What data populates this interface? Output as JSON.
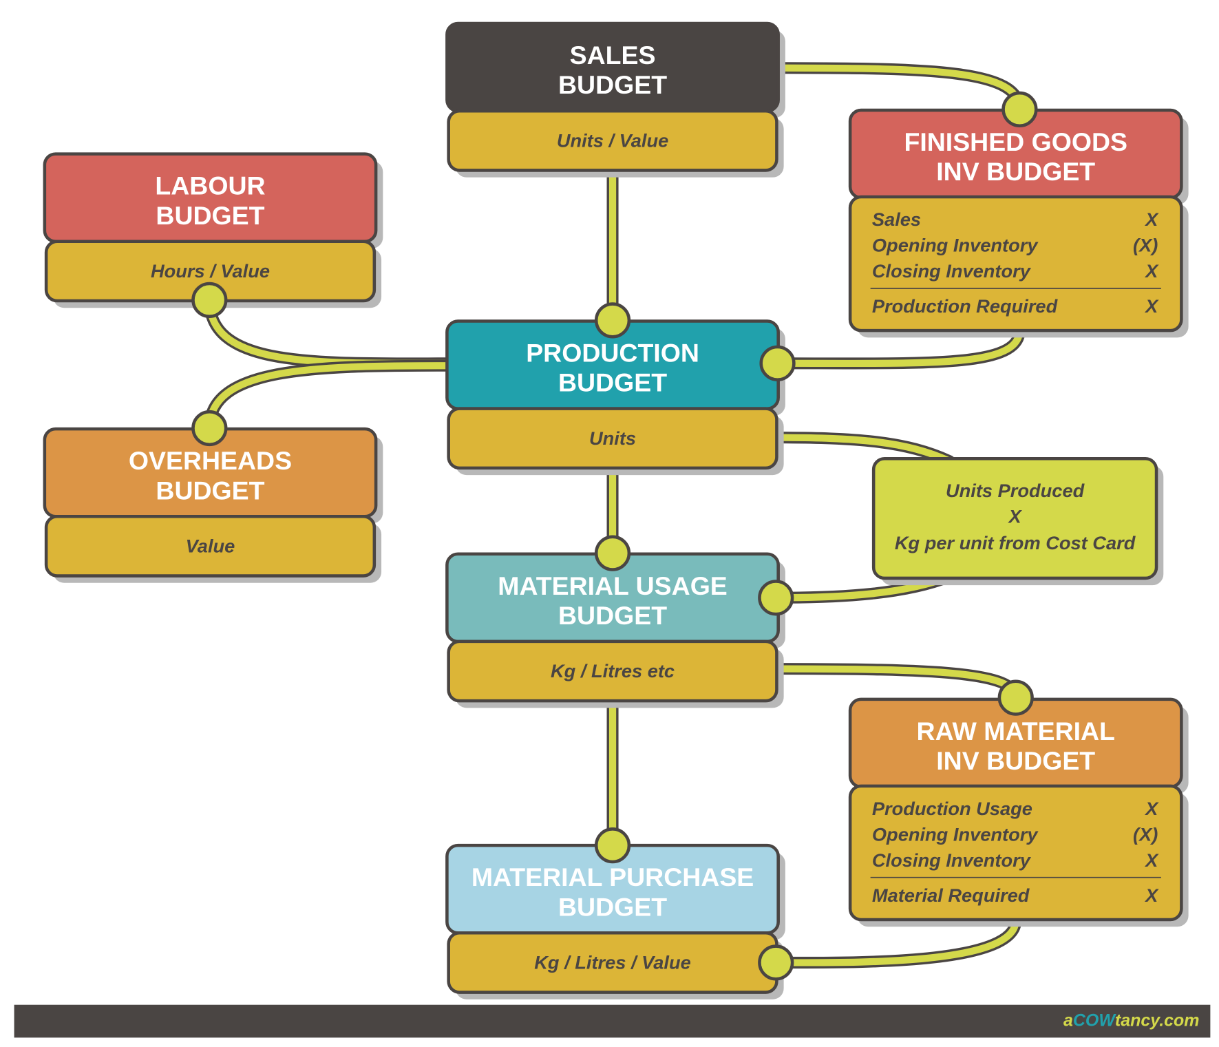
{
  "colors": {
    "dark": "#4a4543",
    "gold": "#dcb537",
    "red": "#d4645c",
    "teal": "#21a1ac",
    "orange": "#dc9546",
    "lime": "#d4d94a",
    "light_teal": "#79bbbb",
    "light_blue": "#a7d4e4"
  },
  "sales": {
    "title1": "SALES",
    "title2": "BUDGET",
    "sub": "Units / Value"
  },
  "labour": {
    "title1": "LABOUR",
    "title2": "BUDGET",
    "sub": "Hours / Value"
  },
  "overheads": {
    "title1": "OVERHEADS",
    "title2": "BUDGET",
    "sub": "Value"
  },
  "production": {
    "title1": "PRODUCTION",
    "title2": "BUDGET",
    "sub": "Units"
  },
  "material_usage": {
    "title1": "MATERIAL USAGE",
    "title2": "BUDGET",
    "sub": "Kg / Litres etc"
  },
  "material_purchase": {
    "title1": "MATERIAL PURCHASE",
    "title2": "BUDGET",
    "sub": "Kg / Litres / Value"
  },
  "finished_goods": {
    "title1": "FINISHED GOODS",
    "title2": "INV BUDGET",
    "rows": [
      {
        "label": "Sales",
        "value": "X"
      },
      {
        "label": "Opening Inventory",
        "value": "(X)"
      },
      {
        "label": "Closing Inventory",
        "value": "X"
      }
    ],
    "total": {
      "label": "Production Required",
      "value": "X"
    }
  },
  "raw_material": {
    "title1": "RAW MATERIAL",
    "title2": "INV BUDGET",
    "rows": [
      {
        "label": "Production Usage",
        "value": "X"
      },
      {
        "label": "Opening Inventory",
        "value": "(X)"
      },
      {
        "label": "Closing Inventory",
        "value": "X"
      }
    ],
    "total": {
      "label": "Material Required",
      "value": "X"
    }
  },
  "units_produced_note": {
    "line1": "Units Produced",
    "line2": "X",
    "line3": "Kg per unit from Cost Card"
  },
  "footer": {
    "logo_a": "a",
    "logo_cow": "COW",
    "logo_rest": "tancy.com"
  }
}
